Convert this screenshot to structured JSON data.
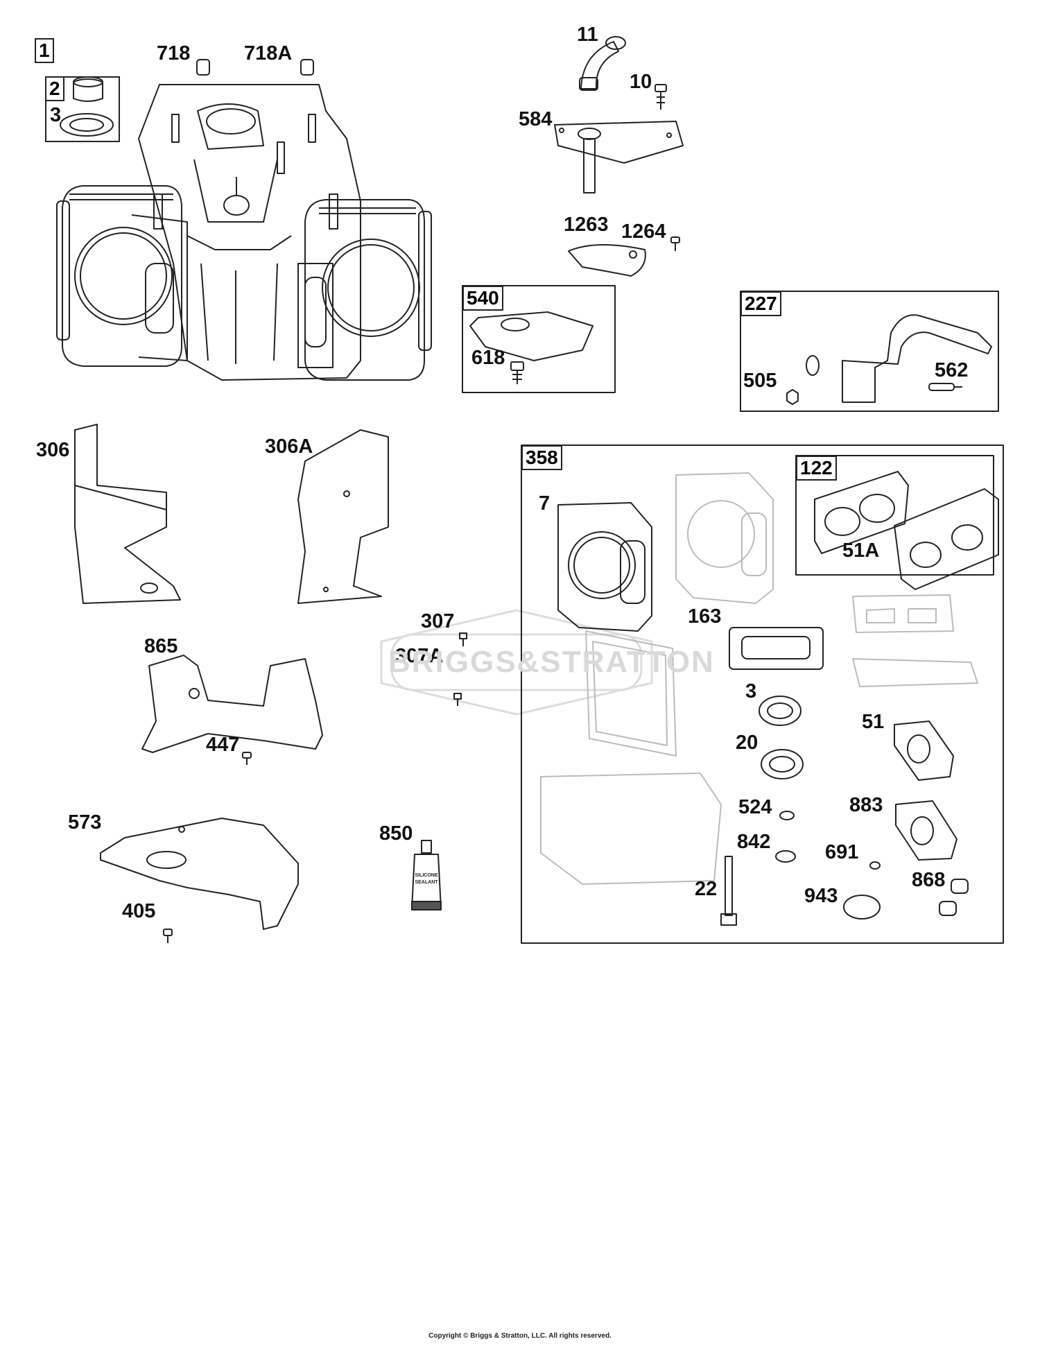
{
  "watermark": "BRIGGS&STRATTON",
  "copyright": "Copyright © Briggs & Stratton, LLC. All rights reserved.",
  "boxes": {
    "cylinder": "1",
    "pin_kit": "2",
    "plate_540": "540",
    "bracket_227": "227",
    "gasket_set": "358",
    "gasket_sub": "122"
  },
  "labels": {
    "p718": "718",
    "p718a": "718A",
    "p3a": "3",
    "p11": "11",
    "p10": "10",
    "p584": "584",
    "p1263": "1263",
    "p1264": "1264",
    "p618": "618",
    "p505": "505",
    "p562": "562",
    "p306": "306",
    "p306a": "306A",
    "p307": "307",
    "p307a": "307A",
    "p865": "865",
    "p447": "447",
    "p573": "573",
    "p405": "405",
    "p850": "850",
    "p7": "7",
    "p51a": "51A",
    "p163": "163",
    "p3b": "3",
    "p20": "20",
    "p51": "51",
    "p524": "524",
    "p883": "883",
    "p842": "842",
    "p691": "691",
    "p22": "22",
    "p943": "943",
    "p868": "868"
  },
  "sealant_text": [
    "SILICONE",
    "SEALANT"
  ]
}
